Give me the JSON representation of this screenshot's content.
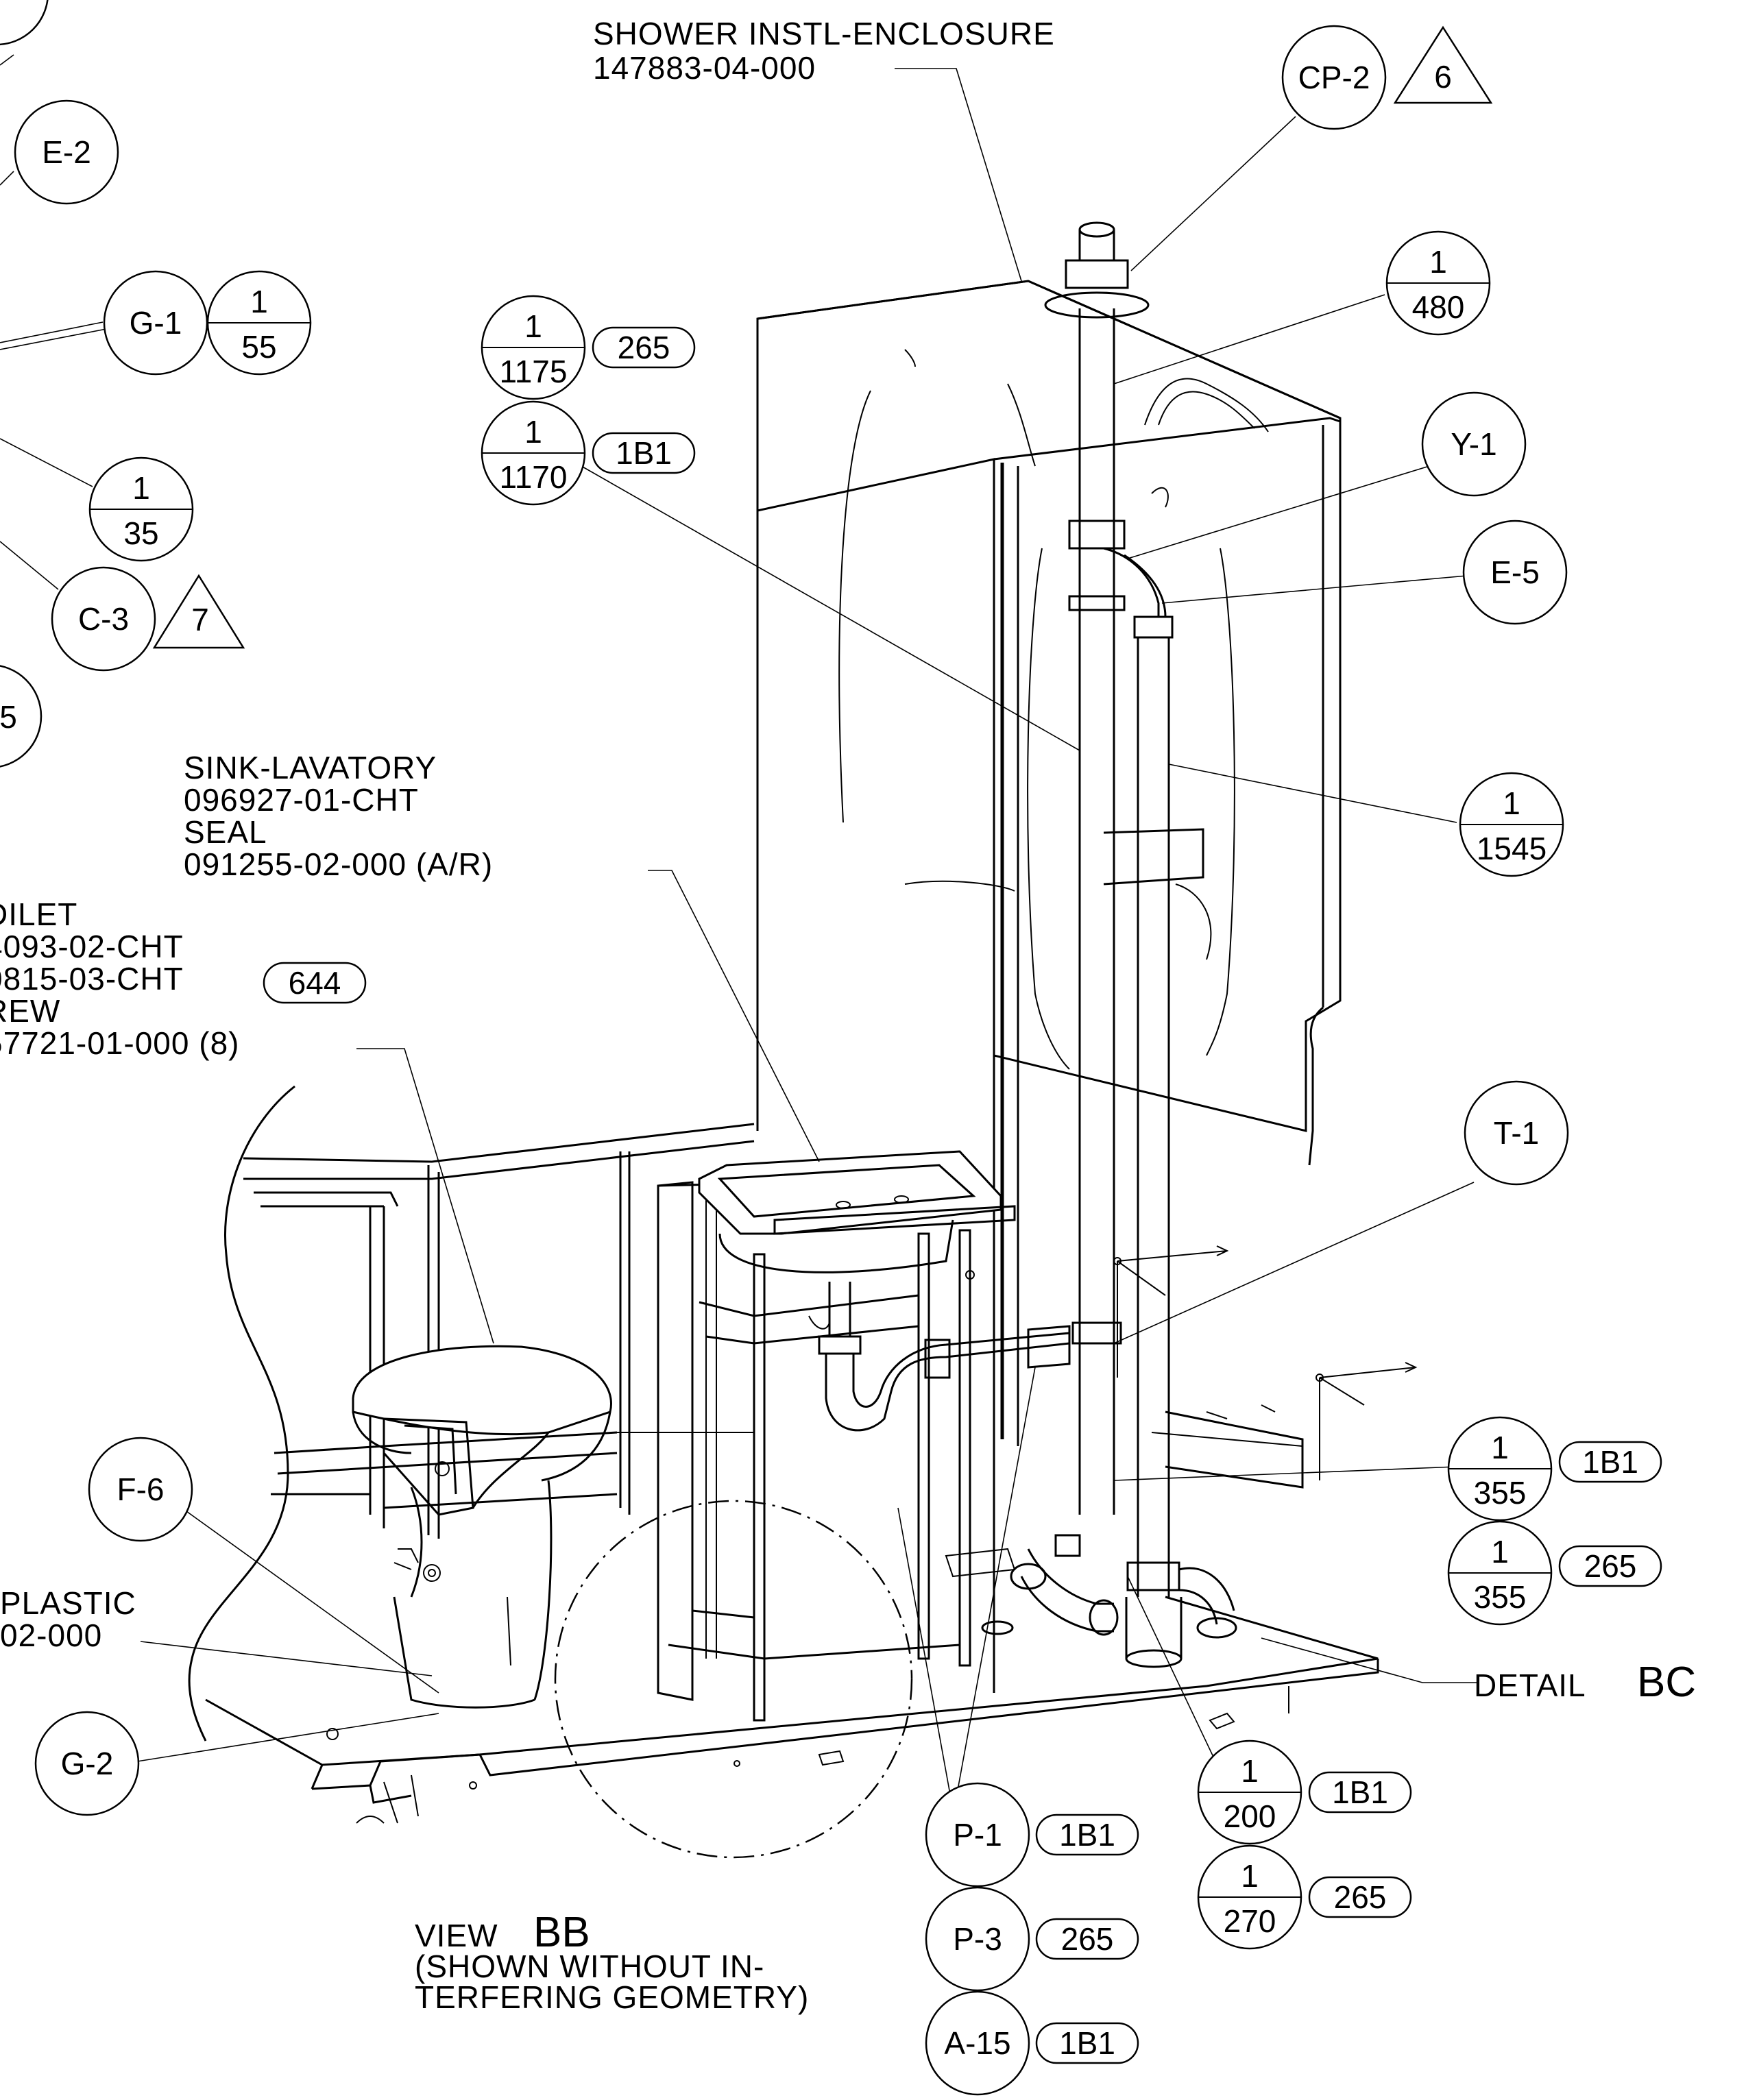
{
  "view_title": {
    "prefix": "VIEW",
    "letters": "BB"
  },
  "view_note": [
    "(SHOWN WITHOUT IN-",
    "TERFERING GEOMETRY)"
  ],
  "detail_label": {
    "prefix": "DETAIL",
    "letters": "BC"
  },
  "notes": {
    "shower": [
      "SHOWER INSTL-ENCLOSURE",
      "147883-04-000"
    ],
    "sink": [
      "SINK-LAVATORY",
      "096927-01-CHT",
      "SEAL",
      "091255-02-000 (A/R)"
    ],
    "toilet": [
      "DILET",
      "4093-02-CHT",
      "0815-03-CHT",
      "REW",
      "57721-01-000 (8)"
    ],
    "toilet_tag": "644",
    "plastic": [
      "PLASTIC",
      "02-000"
    ]
  },
  "tags": {
    "top_left_cut": "",
    "E2": "E-2",
    "G1": "G-1",
    "C3": "C-3",
    "cut_5": "5",
    "CP2": "CP-2",
    "Y1": "Y-1",
    "E5": "E-5",
    "T1": "T-1",
    "F6": "F-6",
    "G2": "G-2",
    "P1": "P-1",
    "P3": "P-3",
    "A15": "A-15"
  },
  "flags": {
    "CP2": "6",
    "C3": "7"
  },
  "fractions": {
    "g1": {
      "top": "1",
      "bottom": "55"
    },
    "f35": {
      "top": "1",
      "bottom": "35"
    },
    "f1175": {
      "top": "1",
      "bottom": "1175"
    },
    "f1170": {
      "top": "1",
      "bottom": "1170"
    },
    "f480": {
      "top": "1",
      "bottom": "480"
    },
    "f1545": {
      "top": "1",
      "bottom": "1545"
    },
    "f355a": {
      "top": "1",
      "bottom": "355"
    },
    "f355b": {
      "top": "1",
      "bottom": "355"
    },
    "f200": {
      "top": "1",
      "bottom": "200"
    },
    "f270": {
      "top": "1",
      "bottom": "270"
    }
  },
  "pills": {
    "p1175": "265",
    "p1170": "1B1",
    "p355a": "1B1",
    "p355b": "265",
    "p200": "1B1",
    "p270": "265",
    "pP1": "1B1",
    "pP3": "265",
    "pA15": "1B1"
  }
}
